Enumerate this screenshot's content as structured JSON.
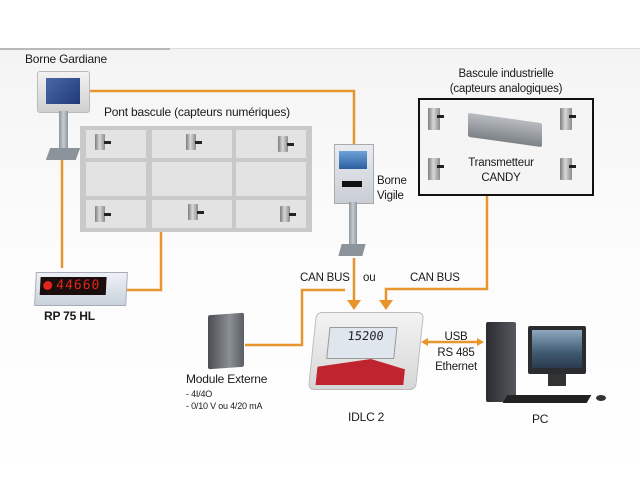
{
  "diagram": {
    "title_hidden": "",
    "nodes": {
      "borne_gardiane": {
        "label": "Borne Gardiane"
      },
      "pont_bascule": {
        "label": "Pont bascule (capteurs numériques)"
      },
      "borne_vigile": {
        "label_line1": "Borne",
        "label_line2": "Vigile"
      },
      "bascule_industrielle": {
        "label_line1": "Bascule industrielle",
        "label_line2": "(capteurs analogiques)"
      },
      "transmetteur": {
        "label_line1": "Transmetteur",
        "label_line2": "CANDY"
      },
      "rp75": {
        "label": "RP 75 HL",
        "display_value": "44660"
      },
      "module_externe": {
        "label": "Module Externe",
        "specs": [
          "- 4I/4O",
          "- 0/10 V ou 4/20 mA"
        ]
      },
      "idlc2": {
        "label": "IDLC 2",
        "display_value": "15200"
      },
      "pc": {
        "label": "PC"
      }
    },
    "connections": {
      "can_bus_left": "CAN BUS",
      "or": "ou",
      "can_bus_right": "CAN BUS",
      "pc_link": [
        "USB",
        "RS 485",
        "Ethernet"
      ]
    },
    "colors": {
      "wire": "#e8952e",
      "box_border": "#111111",
      "idlc_red": "#c0252f",
      "display_red": "#e0261c"
    }
  }
}
